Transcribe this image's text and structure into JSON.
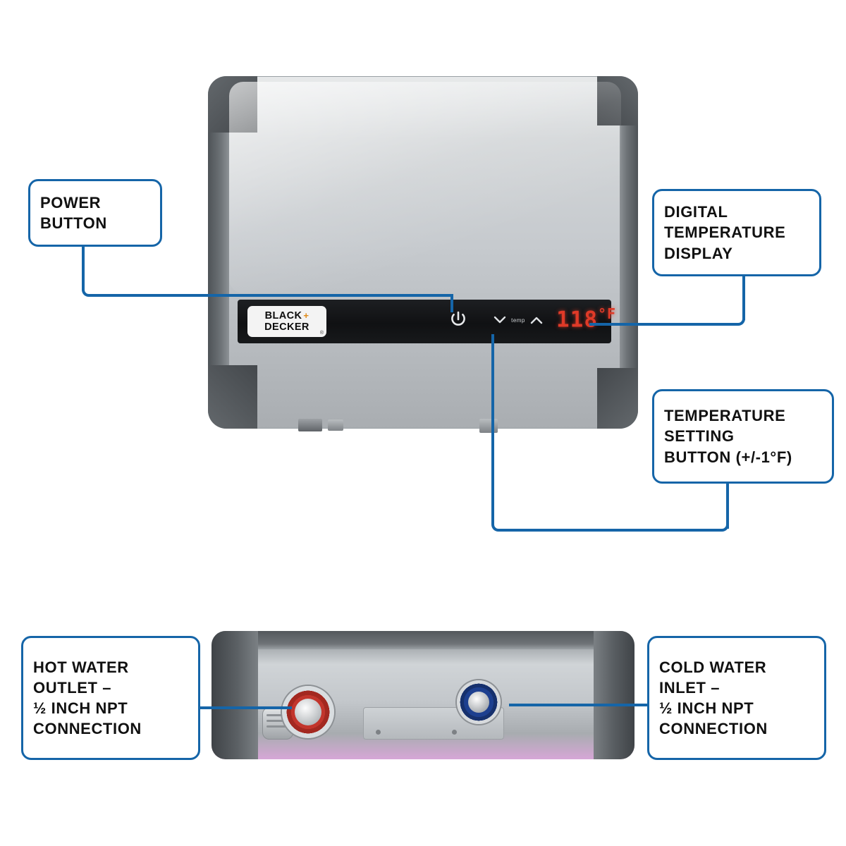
{
  "diagram": {
    "title": "Tankless water heater feature callouts",
    "accent_color": "#1565a8"
  },
  "callouts": [
    {
      "id": "power-button",
      "lines": [
        "POWER",
        "BUTTON"
      ],
      "align": "left"
    },
    {
      "id": "digital-temperature-display",
      "lines": [
        "DIGITAL",
        "TEMPERATURE",
        "DISPLAY"
      ],
      "align": "left"
    },
    {
      "id": "temperature-setting-button",
      "lines": [
        "TEMPERATURE",
        "SETTING",
        "BUTTON (+/-1°F)"
      ],
      "align": "left"
    },
    {
      "id": "hot-water-outlet",
      "lines": [
        "HOT WATER",
        "OUTLET –",
        "½ INCH NPT",
        "CONNECTION"
      ],
      "align": "left"
    },
    {
      "id": "cold-water-inlet",
      "lines": [
        "COLD WATER",
        "INLET –",
        "½ INCH NPT",
        "CONNECTION"
      ],
      "align": "left"
    }
  ],
  "device": {
    "brand_line_1": "BLACK",
    "brand_plus": "+",
    "brand_line_2": "DECKER",
    "brand_registered": "®",
    "display_value": "118",
    "display_unit": "°F",
    "temp_label": "temp",
    "power_icon": "power-icon",
    "down_arrow": "chevron-down-icon",
    "up_arrow": "chevron-up-icon"
  }
}
